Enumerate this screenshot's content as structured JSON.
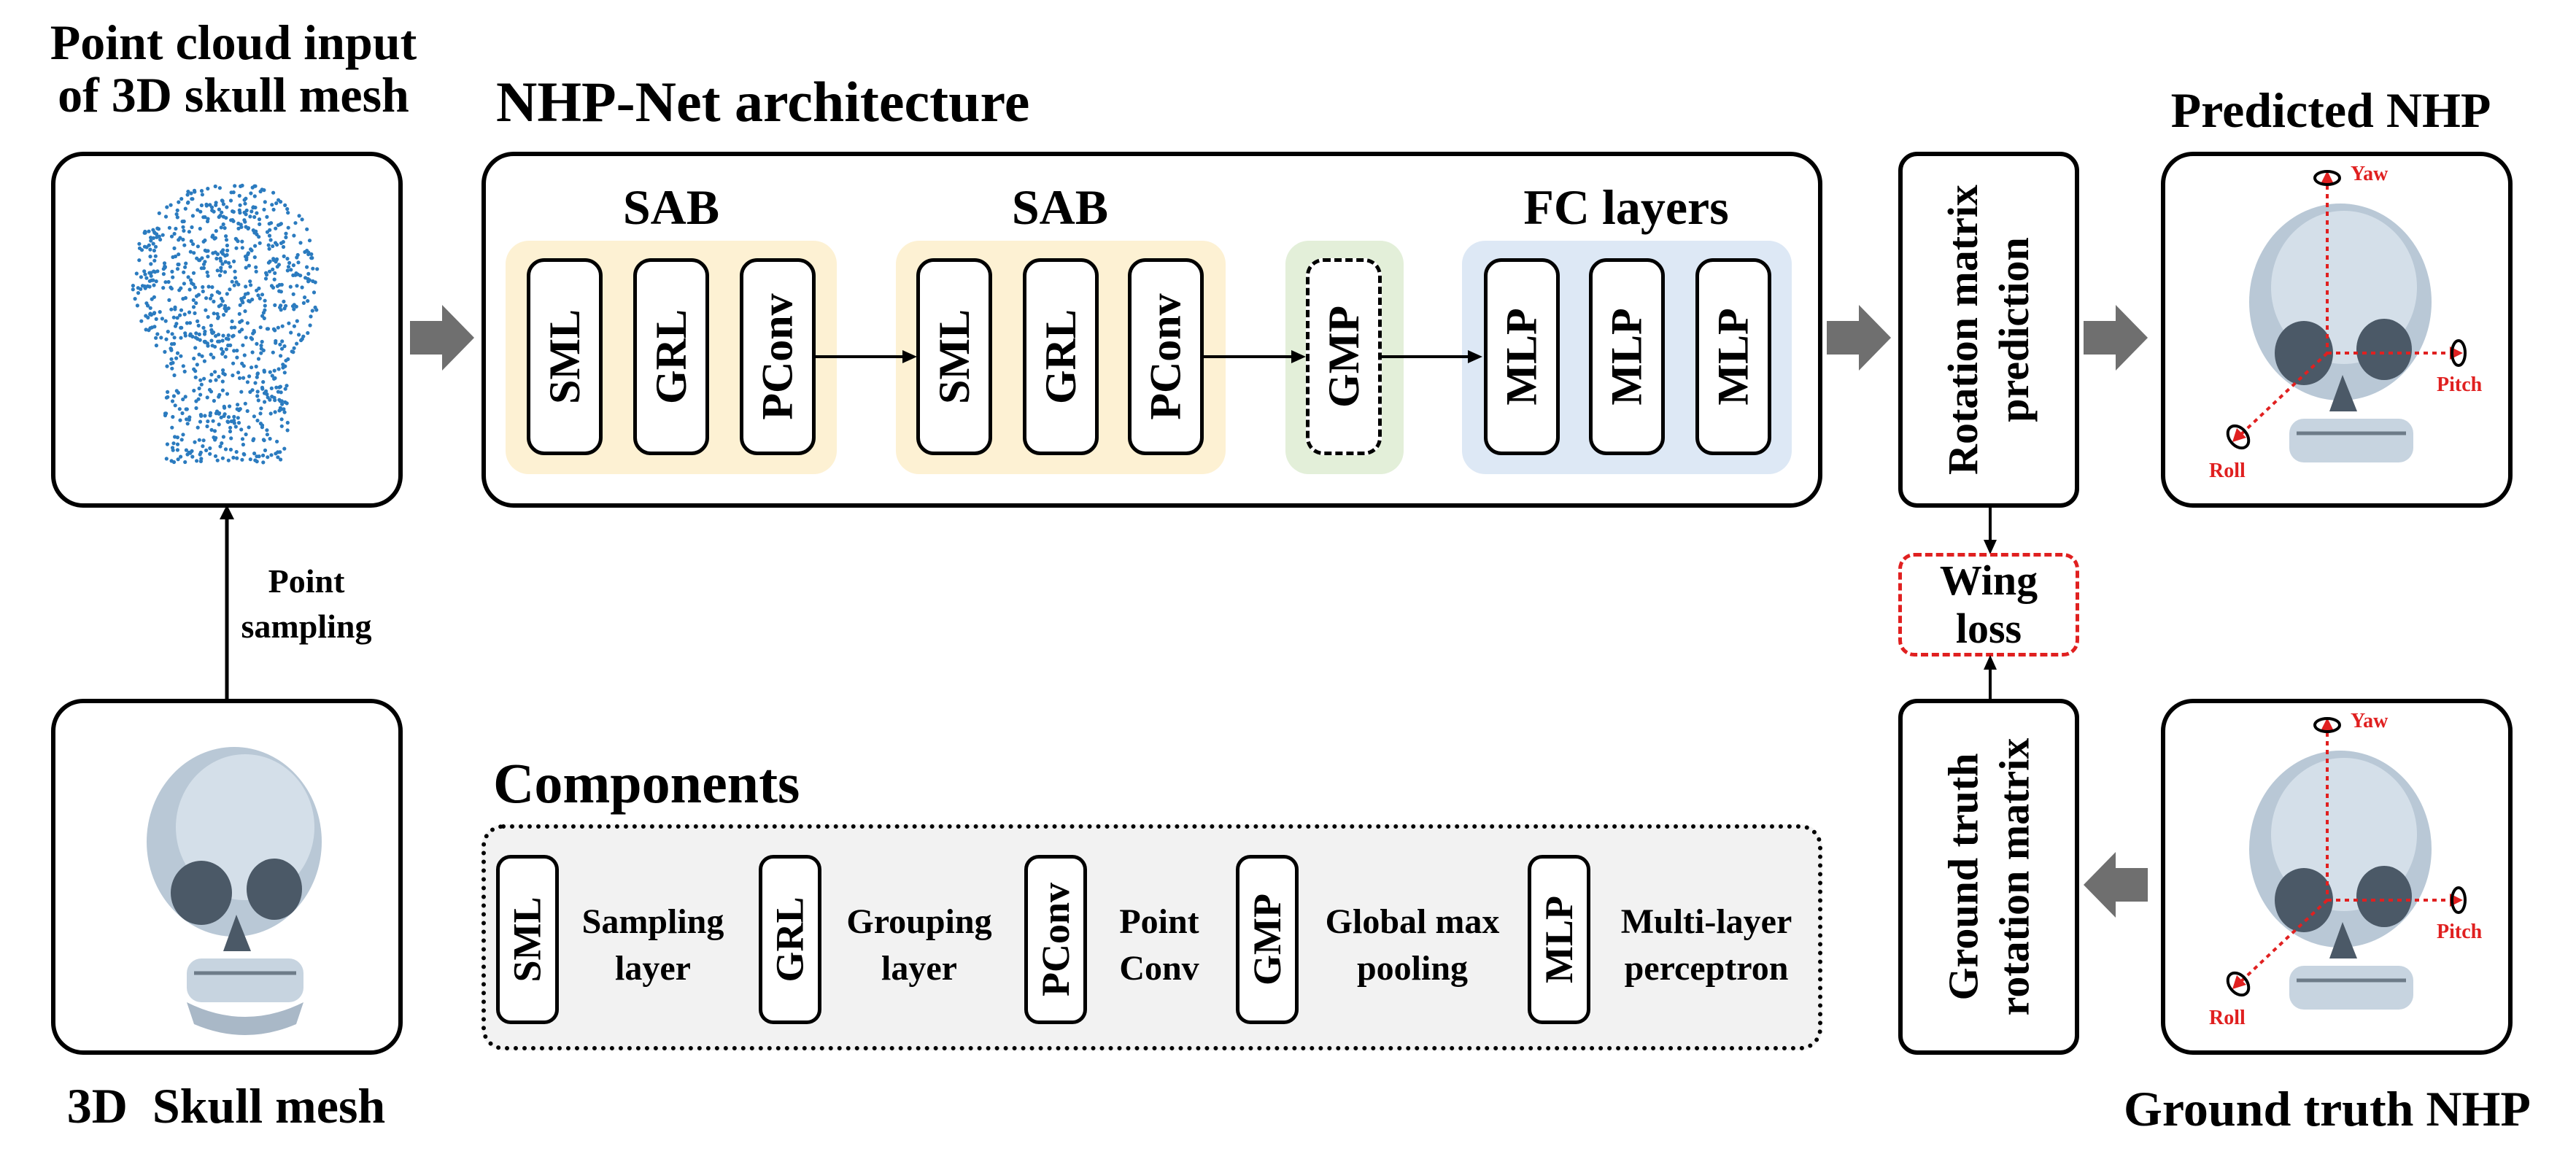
{
  "titles": {
    "point_cloud": "Point cloud input\nof 3D skull mesh",
    "architecture": "NHP-Net architecture",
    "predicted": "Predicted NHP",
    "skull_mesh": "3D  Skull mesh",
    "components": "Components",
    "ground_truth": "Ground truth NHP"
  },
  "architecture": {
    "sab1_label": "SAB",
    "sab2_label": "SAB",
    "fc_label": "FC layers",
    "sab1_blocks": [
      "SML",
      "GRL",
      "PConv"
    ],
    "sab2_blocks": [
      "SML",
      "GRL",
      "PConv"
    ],
    "gmp_block": "GMP",
    "fc_blocks": [
      "MLP",
      "MLP",
      "MLP"
    ]
  },
  "rotation_prediction": "Rotation matrix\nprediction",
  "wing_loss": "Wing\nloss",
  "ground_truth_rotation": "Ground truth\nrotation matrix",
  "point_sampling": "Point\nsampling",
  "axes": {
    "yaw": "Yaw",
    "pitch": "Pitch",
    "roll": "Roll"
  },
  "components": [
    {
      "abbr": "SML",
      "desc": "Sampling\nlayer"
    },
    {
      "abbr": "GRL",
      "desc": "Grouping\nlayer"
    },
    {
      "abbr": "PConv",
      "desc": "Point\nConv"
    },
    {
      "abbr": "GMP",
      "desc": "Global max\npooling"
    },
    {
      "abbr": "MLP",
      "desc": "Multi-layer\nperceptron"
    }
  ],
  "colors": {
    "sab_fill": "#fdf1d3",
    "gmp_fill": "#e3efd9",
    "fc_fill": "#dde8f5",
    "point_blue": "#2b7bbf",
    "loss_red": "#e02020",
    "arrow_gray": "#6f6f6f",
    "components_fill": "#f2f2f2"
  }
}
